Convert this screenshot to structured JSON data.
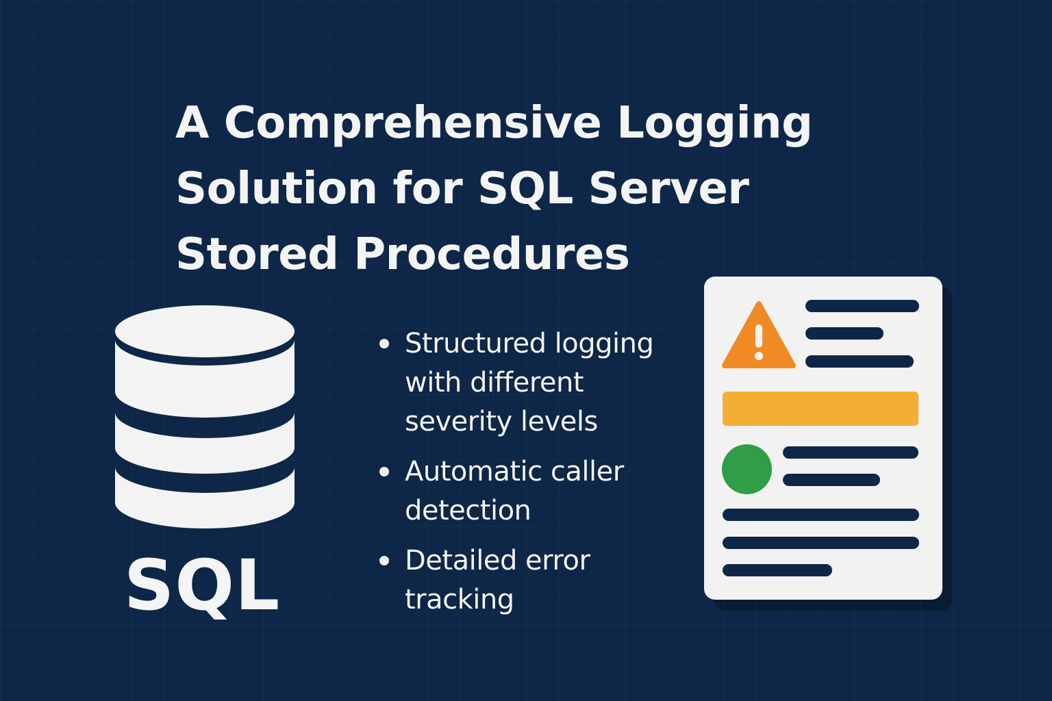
{
  "title": {
    "line1": "A Comprehensive Logging",
    "line2": "Solution for SQL Server",
    "line3": "Stored Procedures"
  },
  "database": {
    "icon": "database-icon",
    "label": "SQL"
  },
  "features": [
    {
      "text": "Structured logging with different severity levels"
    },
    {
      "text": "Automatic caller detection"
    },
    {
      "text": "Detailed error tracking"
    }
  ],
  "log_document": {
    "icons": [
      "warning-icon",
      "success-icon"
    ]
  },
  "colors": {
    "background": "#0e2647",
    "text": "#f4f4f4",
    "warning": "#f08a24",
    "highlight": "#f3ae34",
    "success": "#2f9e46",
    "document": "#f2f2f2"
  }
}
